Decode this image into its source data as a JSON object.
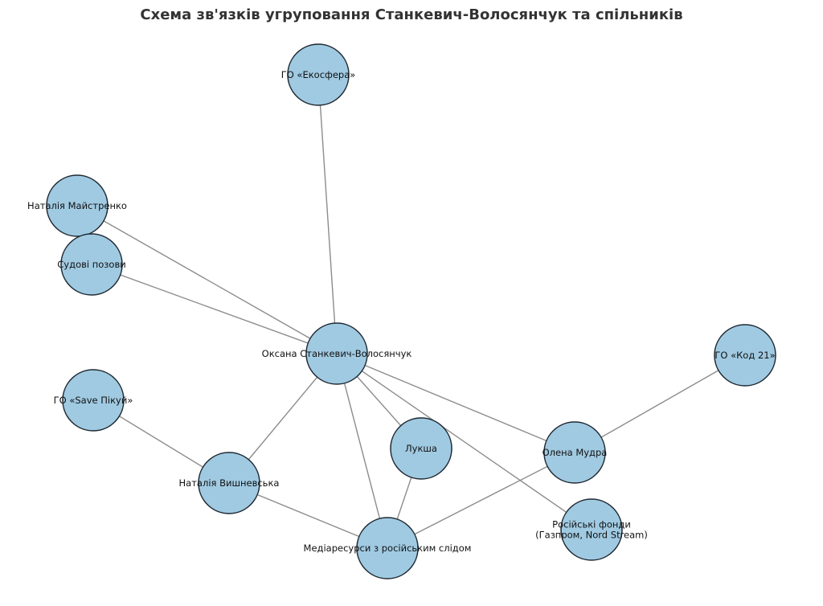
{
  "title": "Схема зв'язків угруповання Станкевич-Волосянчук та спільників",
  "colors": {
    "node_fill": "#a0cae2",
    "node_stroke": "#1f2a33",
    "edge": "#8c8c8c",
    "title": "#333333"
  },
  "nodes": [
    {
      "id": "oksana",
      "label": [
        "Оксана Станкевич-Волосянчук"
      ]
    },
    {
      "id": "ekosfera",
      "label": [
        "ГО «Екосфера»"
      ]
    },
    {
      "id": "maistrenko",
      "label": [
        "Наталія Майстренко"
      ]
    },
    {
      "id": "pozovy",
      "label": [
        "Судові позови"
      ]
    },
    {
      "id": "savepikuy",
      "label": [
        "ГО «Save Пікуй»"
      ]
    },
    {
      "id": "vyshnevska",
      "label": [
        "Наталія Вишневська"
      ]
    },
    {
      "id": "luksha",
      "label": [
        "Лукша"
      ]
    },
    {
      "id": "mudra",
      "label": [
        "Олена Мудра"
      ]
    },
    {
      "id": "kod21",
      "label": [
        "ГО «Код 21»"
      ]
    },
    {
      "id": "fondy",
      "label": [
        "Російські фонди",
        "(Газпром, Nord Stream)"
      ]
    },
    {
      "id": "media",
      "label": [
        "Медіаресурси з російським слідом"
      ]
    }
  ],
  "edges": [
    [
      "oksana",
      "ekosfera"
    ],
    [
      "oksana",
      "maistrenko"
    ],
    [
      "oksana",
      "pozovy"
    ],
    [
      "oksana",
      "vyshnevska"
    ],
    [
      "oksana",
      "luksha"
    ],
    [
      "oksana",
      "mudra"
    ],
    [
      "oksana",
      "fondy"
    ],
    [
      "oksana",
      "media"
    ],
    [
      "savepikuy",
      "vyshnevska"
    ],
    [
      "vyshnevska",
      "media"
    ],
    [
      "luksha",
      "media"
    ],
    [
      "mudra",
      "media"
    ],
    [
      "mudra",
      "kod21"
    ]
  ]
}
